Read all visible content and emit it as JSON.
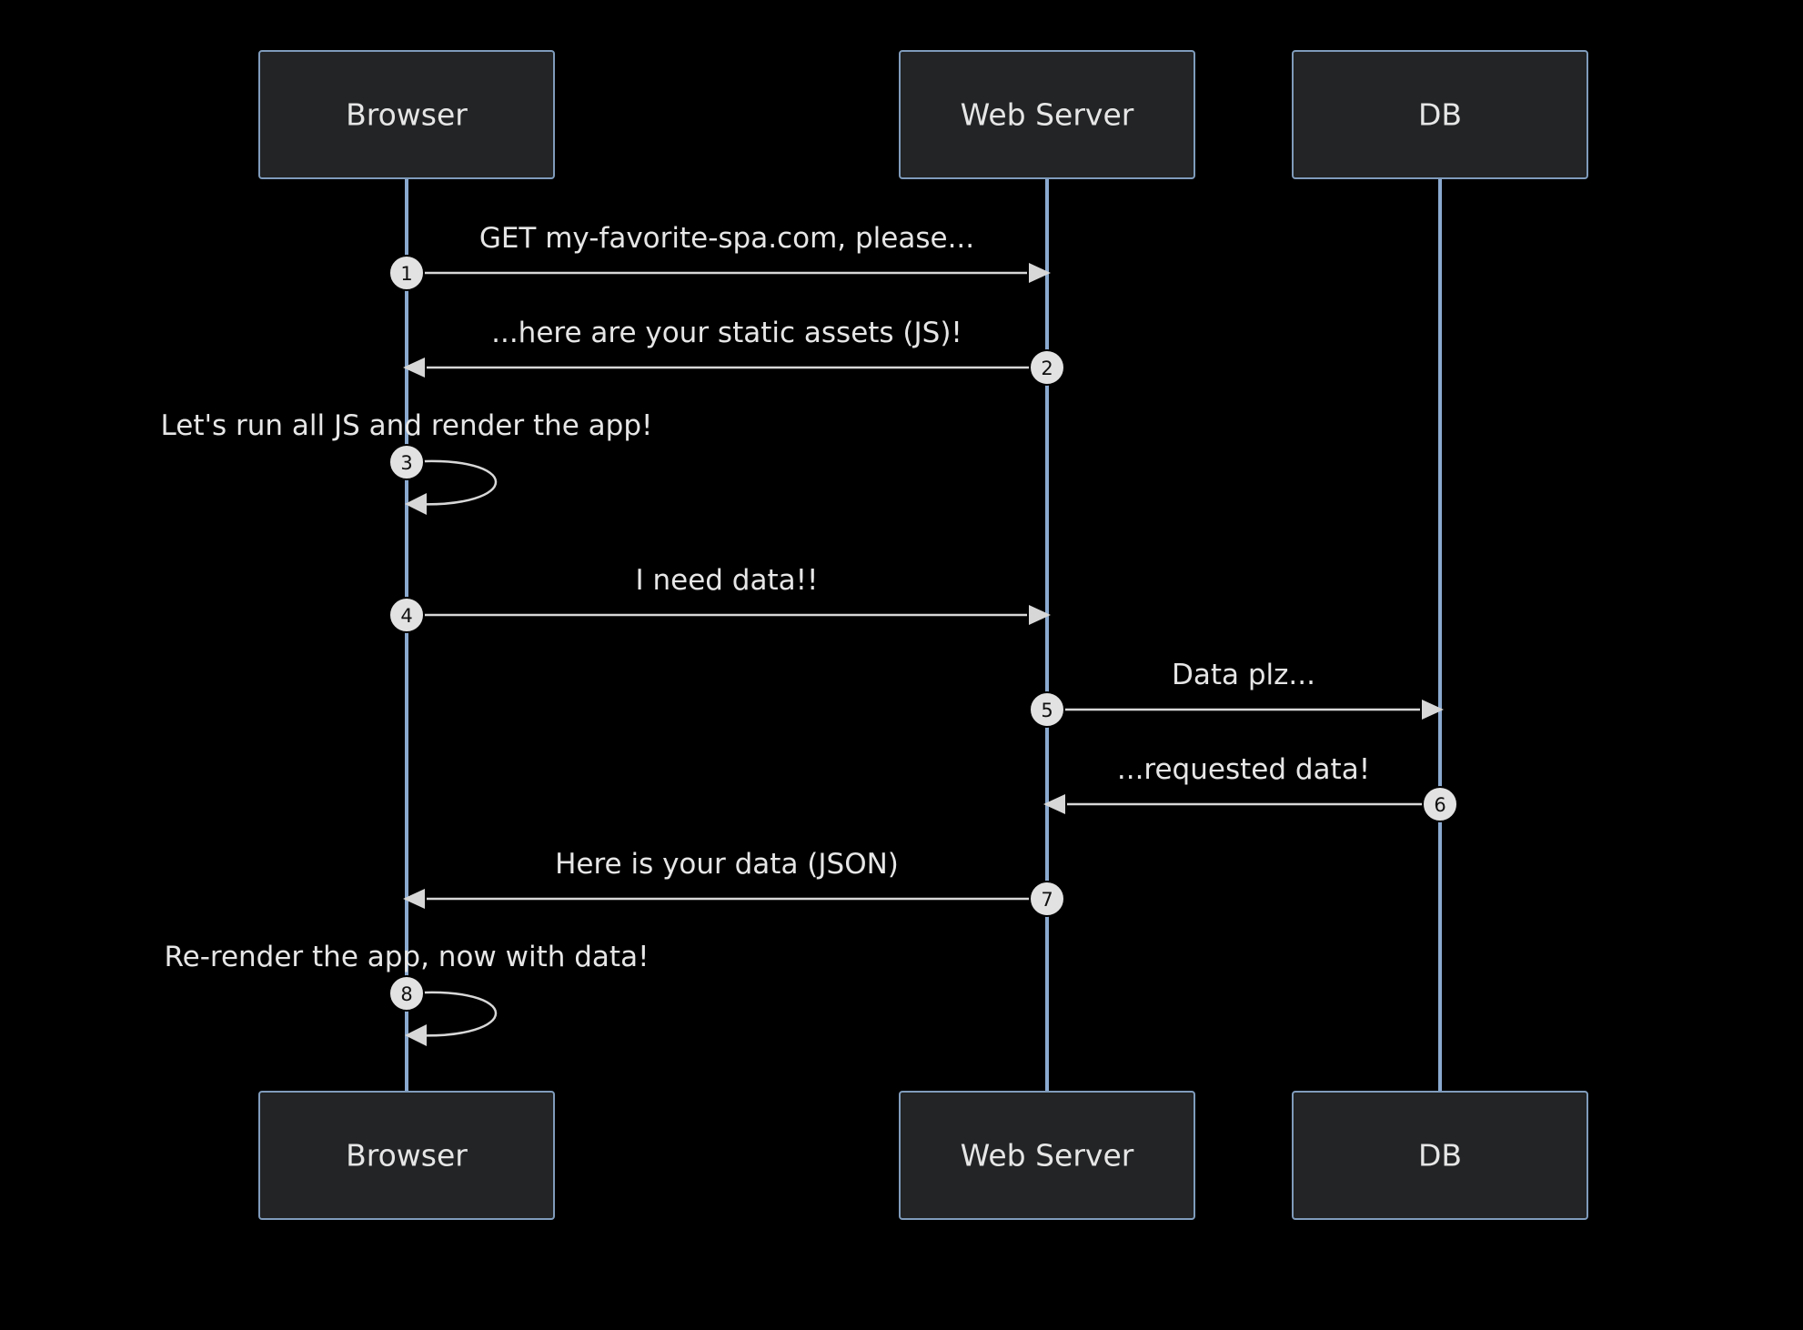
{
  "participants": [
    {
      "id": "browser",
      "label": "Browser"
    },
    {
      "id": "web",
      "label": "Web Server"
    },
    {
      "id": "db",
      "label": "DB"
    }
  ],
  "messages": [
    {
      "num": "1",
      "from": "browser",
      "to": "web",
      "text": "GET my-favorite-spa.com, please..."
    },
    {
      "num": "2",
      "from": "web",
      "to": "browser",
      "text": "...here are your static assets (JS)!"
    },
    {
      "num": "3",
      "from": "browser",
      "to": "browser",
      "text": "Let's run all JS and render the app!"
    },
    {
      "num": "4",
      "from": "browser",
      "to": "web",
      "text": "I need data!!"
    },
    {
      "num": "5",
      "from": "web",
      "to": "db",
      "text": "Data plz..."
    },
    {
      "num": "6",
      "from": "db",
      "to": "web",
      "text": "...requested data!"
    },
    {
      "num": "7",
      "from": "web",
      "to": "browser",
      "text": "Here is your data (JSON)"
    },
    {
      "num": "8",
      "from": "browser",
      "to": "browser",
      "text": "Re-render the app, now with data!"
    }
  ],
  "colors": {
    "background": "#000000",
    "actor_fill": "#222425",
    "actor_stroke": "#7f9bbb",
    "lifeline": "#8aa9cf",
    "message": "#d7d7d7",
    "text": "#e6e6e6"
  }
}
